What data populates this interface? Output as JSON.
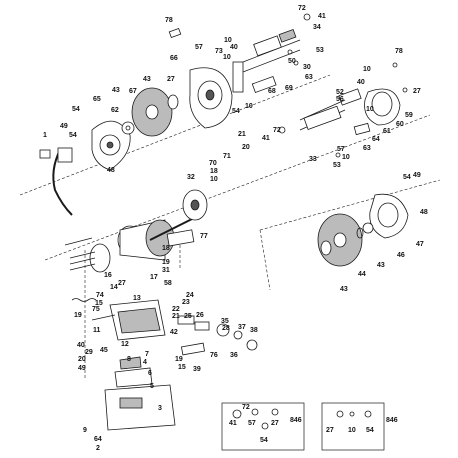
{
  "callouts": [
    {
      "id": "c78a",
      "text": "78"
    },
    {
      "id": "c72a",
      "text": "72"
    },
    {
      "id": "c41a",
      "text": "41"
    },
    {
      "id": "c34",
      "text": "34"
    },
    {
      "id": "c57a",
      "text": "57"
    },
    {
      "id": "c10a",
      "text": "10"
    },
    {
      "id": "c40a",
      "text": "40"
    },
    {
      "id": "c73",
      "text": "73"
    },
    {
      "id": "c66",
      "text": "66"
    },
    {
      "id": "c10b",
      "text": "10"
    },
    {
      "id": "c53a",
      "text": "53"
    },
    {
      "id": "c50",
      "text": "50"
    },
    {
      "id": "c30",
      "text": "30"
    },
    {
      "id": "c63a",
      "text": "63"
    },
    {
      "id": "c27a",
      "text": "27"
    },
    {
      "id": "c43a",
      "text": "43"
    },
    {
      "id": "c67",
      "text": "67"
    },
    {
      "id": "c43b",
      "text": "43"
    },
    {
      "id": "c69",
      "text": "69"
    },
    {
      "id": "c68",
      "text": "68"
    },
    {
      "id": "c54a",
      "text": "54"
    },
    {
      "id": "c10c",
      "text": "10"
    },
    {
      "id": "c65",
      "text": "65"
    },
    {
      "id": "c62",
      "text": "62"
    },
    {
      "id": "c54b",
      "text": "54"
    },
    {
      "id": "c49a",
      "text": "49"
    },
    {
      "id": "c54c",
      "text": "54"
    },
    {
      "id": "c1",
      "text": "1"
    },
    {
      "id": "c48a",
      "text": "48"
    },
    {
      "id": "c78b",
      "text": "78"
    },
    {
      "id": "c10d",
      "text": "10"
    },
    {
      "id": "c52",
      "text": "52"
    },
    {
      "id": "c56",
      "text": "56"
    },
    {
      "id": "c40b",
      "text": "40"
    },
    {
      "id": "c27b",
      "text": "27"
    },
    {
      "id": "c10e",
      "text": "10"
    },
    {
      "id": "c59",
      "text": "59"
    },
    {
      "id": "c60",
      "text": "60"
    },
    {
      "id": "c61",
      "text": "61"
    },
    {
      "id": "c72b",
      "text": "72"
    },
    {
      "id": "c41b",
      "text": "41"
    },
    {
      "id": "c21",
      "text": "21"
    },
    {
      "id": "c20",
      "text": "20"
    },
    {
      "id": "c64a",
      "text": "64"
    },
    {
      "id": "c63b",
      "text": "63"
    },
    {
      "id": "c10f",
      "text": "10"
    },
    {
      "id": "c57b",
      "text": "57"
    },
    {
      "id": "c53b",
      "text": "53"
    },
    {
      "id": "c33",
      "text": "33"
    },
    {
      "id": "c71",
      "text": "71"
    },
    {
      "id": "c70",
      "text": "70"
    },
    {
      "id": "c18a",
      "text": "18"
    },
    {
      "id": "c10g",
      "text": "10"
    },
    {
      "id": "c32",
      "text": "32"
    },
    {
      "id": "c54d",
      "text": "54"
    },
    {
      "id": "c49b",
      "text": "49"
    },
    {
      "id": "c48b",
      "text": "48"
    },
    {
      "id": "c47",
      "text": "47"
    },
    {
      "id": "c46",
      "text": "46"
    },
    {
      "id": "c43c",
      "text": "43"
    },
    {
      "id": "c44",
      "text": "44"
    },
    {
      "id": "c43d",
      "text": "43"
    },
    {
      "id": "c77",
      "text": "77"
    },
    {
      "id": "c18b",
      "text": "18"
    },
    {
      "id": "c19a",
      "text": "19"
    },
    {
      "id": "c31",
      "text": "31"
    },
    {
      "id": "c17",
      "text": "17"
    },
    {
      "id": "c58",
      "text": "58"
    },
    {
      "id": "c16",
      "text": "16"
    },
    {
      "id": "c14",
      "text": "14"
    },
    {
      "id": "c74",
      "text": "74"
    },
    {
      "id": "c27c",
      "text": "27"
    },
    {
      "id": "c15a",
      "text": "15"
    },
    {
      "id": "c75",
      "text": "75"
    },
    {
      "id": "c13",
      "text": "13"
    },
    {
      "id": "c24",
      "text": "24"
    },
    {
      "id": "c23",
      "text": "23"
    },
    {
      "id": "c22",
      "text": "22"
    },
    {
      "id": "c21b",
      "text": "21"
    },
    {
      "id": "c19b",
      "text": "19"
    },
    {
      "id": "c11",
      "text": "11"
    },
    {
      "id": "c25",
      "text": "25"
    },
    {
      "id": "c26",
      "text": "26"
    },
    {
      "id": "c35",
      "text": "35"
    },
    {
      "id": "c28",
      "text": "28"
    },
    {
      "id": "c37",
      "text": "37"
    },
    {
      "id": "c38",
      "text": "38"
    },
    {
      "id": "c42",
      "text": "42"
    },
    {
      "id": "c40c",
      "text": "40"
    },
    {
      "id": "c29",
      "text": "29"
    },
    {
      "id": "c20b",
      "text": "20"
    },
    {
      "id": "c45",
      "text": "45"
    },
    {
      "id": "c49c",
      "text": "49"
    },
    {
      "id": "c12",
      "text": "12"
    },
    {
      "id": "c8",
      "text": "8"
    },
    {
      "id": "c7",
      "text": "7"
    },
    {
      "id": "c4",
      "text": "4"
    },
    {
      "id": "c19c",
      "text": "19"
    },
    {
      "id": "c15b",
      "text": "15"
    },
    {
      "id": "c76",
      "text": "76"
    },
    {
      "id": "c36",
      "text": "36"
    },
    {
      "id": "c39",
      "text": "39"
    },
    {
      "id": "c6",
      "text": "6"
    },
    {
      "id": "c5",
      "text": "5"
    },
    {
      "id": "c3",
      "text": "3"
    },
    {
      "id": "c9",
      "text": "9"
    },
    {
      "id": "c64b",
      "text": "64"
    },
    {
      "id": "c2",
      "text": "2"
    }
  ],
  "kit_box_left": {
    "label": "846",
    "items": [
      {
        "id": "k72",
        "text": "72"
      },
      {
        "id": "k41",
        "text": "41"
      },
      {
        "id": "k57",
        "text": "57"
      },
      {
        "id": "k27",
        "text": "27"
      },
      {
        "id": "k54",
        "text": "54"
      }
    ]
  },
  "kit_box_right": {
    "label": "846",
    "items": [
      {
        "id": "r27",
        "text": "27"
      },
      {
        "id": "r10",
        "text": "10"
      },
      {
        "id": "r54",
        "text": "54"
      }
    ]
  },
  "colors": {
    "line": "#1a1a1a",
    "fill_light": "#ffffff",
    "fill_gray": "#bbbbbb",
    "fill_dark": "#555555"
  }
}
